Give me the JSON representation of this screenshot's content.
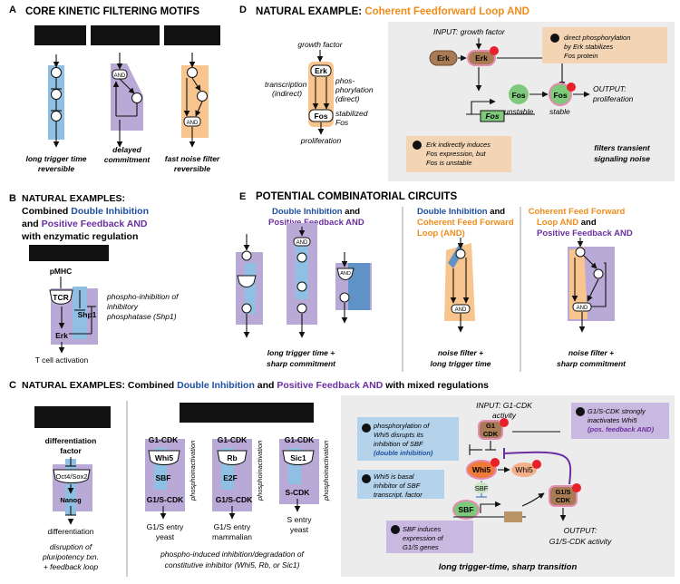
{
  "colors": {
    "blue": "#8fc0e3",
    "purple": "#b9a9d6",
    "orange": "#f9c58e",
    "gray_box": "#ececec",
    "dark_blue": "#1f4fa0",
    "dark_purple": "#6b2fa0",
    "orange_text": "#f08c1a",
    "erk": "#a87b55",
    "fos": "#7ec97b",
    "red_dot": "#e8202a",
    "pink": "#e58bb4"
  },
  "panelA": {
    "letter": "A",
    "title": "CORE KINETIC FILTERING MOTIFS",
    "motifs": [
      {
        "caption1": "long trigger time",
        "caption2": "reversible"
      },
      {
        "caption1": "delayed",
        "caption2": "commitment",
        "gate": "AND"
      },
      {
        "caption1": "fast noise filter",
        "caption2": "reversible",
        "gate": "AND"
      }
    ]
  },
  "panelB": {
    "letter": "B",
    "line1": "NATURAL EXAMPLES:",
    "line2a": "Combined ",
    "line2b": "Double Inhibition",
    "line3a": "and ",
    "line3b": "Positive Feedback AND",
    "line4": "with enzymatic regulation",
    "nodes": {
      "pmhc": "pMHC",
      "tcr": "TCR",
      "shp1": "Shp1",
      "erk": "Erk"
    },
    "output": "T cell activation",
    "desc1": "phospho-inhibition of",
    "desc2": "inhibitory",
    "desc3": "phosphatase (Shp1)"
  },
  "panelC": {
    "letter": "C",
    "title_a": "NATURAL EXAMPLES: Combined ",
    "title_b": "Double Inhibition",
    "title_c": " and ",
    "title_d": "Positive Feedback AND",
    "title_e": " with mixed regulations",
    "diff": {
      "factor1": "differentiation",
      "factor2": "factor",
      "node1": "Oct4/Sox2",
      "node2": "Nanog",
      "output": "differentiation",
      "desc1": "disruption of",
      "desc2": "pluripotency txn.",
      "desc3": "+ feedback loop"
    },
    "cols": [
      {
        "top": "G1-CDK",
        "mid": "Whi5",
        "low": "SBF",
        "bot": "G1/S-CDK",
        "out1": "G1/S entry",
        "out2": "yeast"
      },
      {
        "top": "G1-CDK",
        "mid": "Rb",
        "low": "E2F",
        "bot": "G1/S-CDK",
        "out1": "G1/S entry",
        "out2": "mammalian"
      },
      {
        "top": "G1-CDK",
        "mid": "Sic1",
        "low": "",
        "bot": "S-CDK",
        "out1": "S entry",
        "out2": "yeast"
      }
    ],
    "phospho": "phosphoinactivation",
    "bottom1": "phospho-induced inhibition/degradation of",
    "bottom2": "constitutive inhibitor (Whi5, Rb, or Sic1)",
    "detail": {
      "input1": "INPUT: G1-CDK",
      "input2": "activity",
      "g1": "G1",
      "cdk": "CDK",
      "whi5": "Whi5",
      "sbf": "SBF",
      "g1s": "G1/S",
      "cdk2": "CDK",
      "note1": [
        "phosphorylation of",
        "Whi5 disrupts its",
        "inhibition of SBF",
        "(double inhibition)"
      ],
      "note2": [
        "G1/S-CDK strongly",
        "inactivates Whi5",
        "(pos. feedback AND)"
      ],
      "note3": [
        "Whi5 is basal",
        "inhibitor of SBF",
        "transcript. factor"
      ],
      "note4": [
        "SBF induces",
        "expression of",
        "G1/S genes"
      ],
      "output1": "OUTPUT:",
      "output2": "G1/S-CDK activity",
      "caption": "long trigger-time, sharp transition"
    }
  },
  "panelD": {
    "letter": "D",
    "title_a": "NATURAL EXAMPLE: ",
    "title_b": "Coherent Feedforward Loop AND",
    "left": {
      "gf": "growth factor",
      "erk": "Erk",
      "fos": "Fos",
      "t1": "transcription",
      "t2": "(indirect)",
      "p1": "phos-",
      "p2": "phorylation",
      "p3": "(direct)",
      "s1": "stabilized",
      "s2": "Fos",
      "out": "proliferation"
    },
    "right": {
      "input": "INPUT: growth factor",
      "erk": "Erk",
      "fos": "Fos",
      "note1": [
        "direct phosphorylation",
        "by Erk stabilizes",
        "Fos protein"
      ],
      "note2": [
        "Erk indirectly induces",
        "Fos expression, but",
        "Fos is unstable"
      ],
      "unstable": "unstable",
      "stable": "stable",
      "out1": "OUTPUT:",
      "out2": "proliferation",
      "filt1": "filters transient",
      "filt2": "signaling noise"
    }
  },
  "panelE": {
    "letter": "E",
    "title": "POTENTIAL COMBINATORIAL CIRCUITS",
    "groups": [
      {
        "h1a": "Double Inhibition",
        "h1b": " and",
        "h2": "Positive Feedback AND",
        "cap1": "long trigger time +",
        "cap2": "sharp commitment"
      },
      {
        "h1a": "Double Inhibition",
        "h1b": " and",
        "h2": "Coherent Feed Forward",
        "h3": "Loop (AND)",
        "cap1": "noise filter +",
        "cap2": "long trigger time"
      },
      {
        "h1a": "Coherent Feed Forward",
        "h2a": "Loop AND",
        "h2b": " and",
        "h3": "Positive Feedback AND",
        "cap1": "noise filter +",
        "cap2": "sharp commitment"
      }
    ],
    "gate": "AND"
  }
}
